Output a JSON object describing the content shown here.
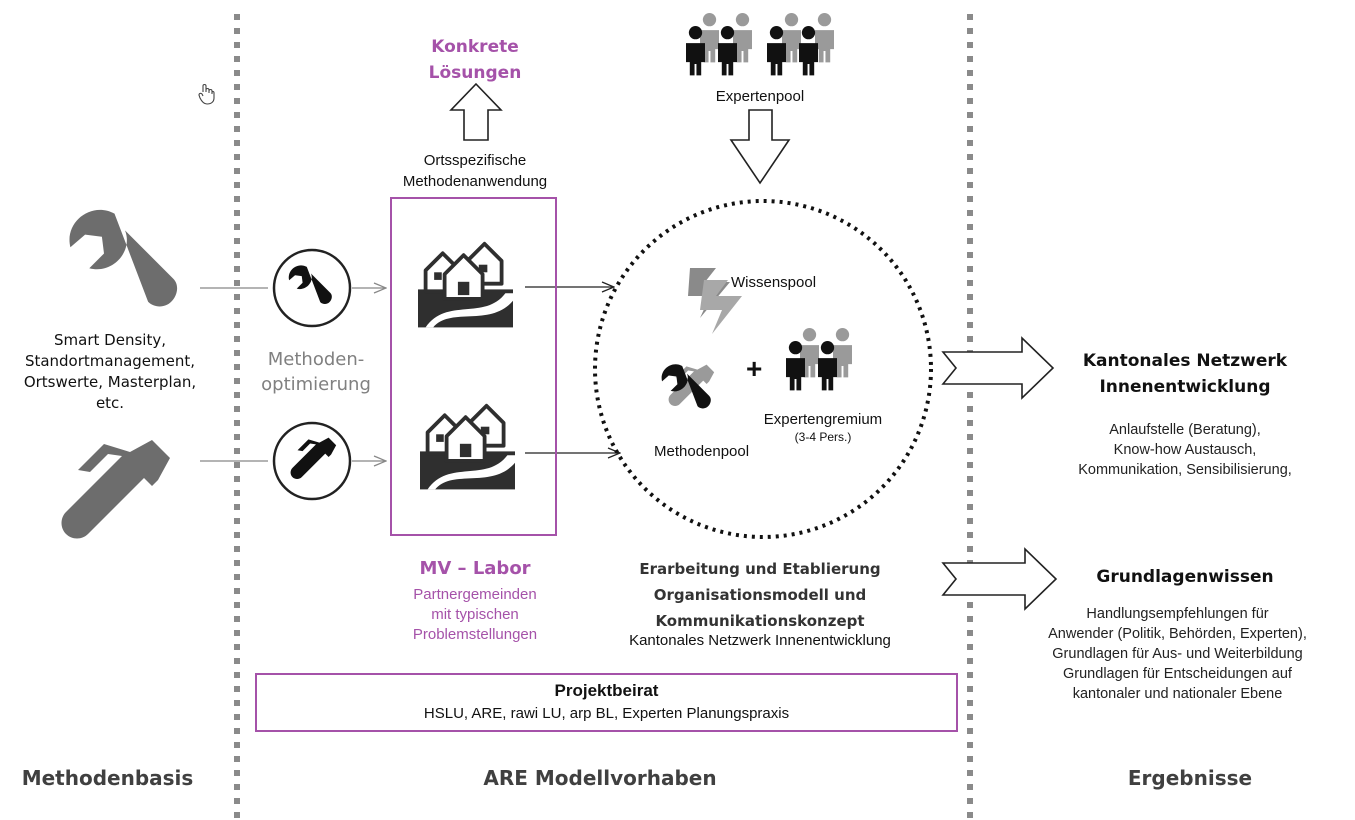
{
  "methodenbasis": {
    "items": [
      "Smart Density,",
      "Standortmanagement,",
      "Ortswerte, Masterplan,",
      "etc."
    ],
    "footer": "Methodenbasis"
  },
  "middle": {
    "optimization_label": [
      "Methoden-",
      "optimierung"
    ],
    "konkrete_title": [
      "Konkrete",
      "Lösungen"
    ],
    "ortsspezifisch": [
      "Ortsspezifische",
      "Methodenanwendung"
    ],
    "labor_title": "MV – Labor",
    "labor_desc": [
      "Partnergemeinden",
      "mit typischen",
      "Problemstellungen"
    ],
    "expertenpool": "Expertenpool",
    "wissenspool": "Wissenspool",
    "methodenpool": "Methodenpool",
    "expertengremium": "Expertengremium",
    "gremium_size": "(3-4 Pers.)",
    "plus": "+",
    "erarbeitung": [
      "Erarbeitung und Etablierung",
      "Organisationsmodell und",
      "Kommunikationskonzept"
    ],
    "netzwerk_line": "Kantonales Netzwerk Innenentwicklung",
    "beirat_title": "Projektbeirat",
    "beirat_members": "HSLU, ARE, rawi LU, arp BL, Experten Planungspraxis",
    "footer": "ARE Modellvorhaben"
  },
  "ergebnisse": {
    "netzwerk_title": [
      "Kantonales Netzwerk",
      "Innenentwicklung"
    ],
    "netzwerk_desc": [
      "Anlaufstelle (Beratung),",
      "Know-how Austausch,",
      "Kommunikation, Sensibilisierung,"
    ],
    "grundlagen_title": "Grundlagenwissen",
    "grundlagen_desc": [
      "Handlungsempfehlungen für",
      "Anwender (Politik, Behörden, Experten),",
      "Grundlagen für Aus- und Weiterbildung",
      "Grundlagen für Entscheidungen auf",
      "kantonaler und nationaler Ebene"
    ],
    "footer": "Ergebnisse"
  },
  "colors": {
    "accent": "#a552a9",
    "gray": "#7a7a7a",
    "dark": "#2b2b2b"
  }
}
